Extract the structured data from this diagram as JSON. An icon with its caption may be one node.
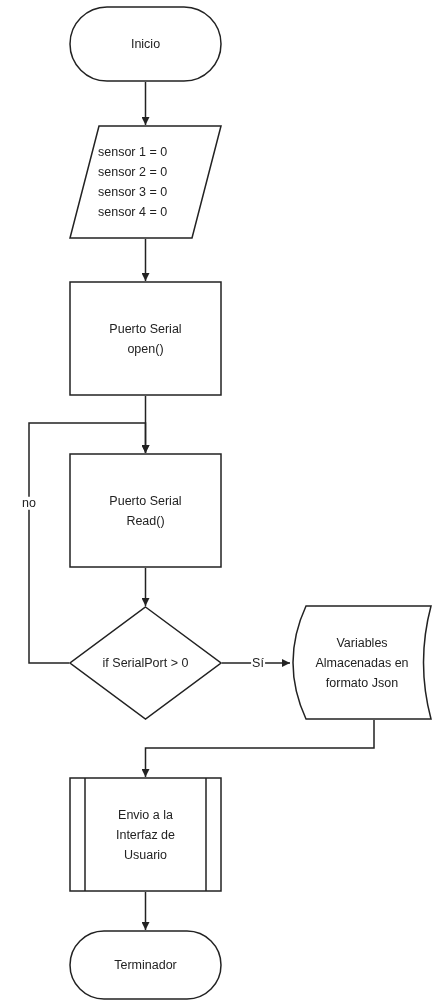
{
  "diagram": {
    "nodes": [
      {
        "text": [
          "Inicio"
        ]
      },
      {
        "text": [
          "sensor 1 = 0",
          "sensor 2 = 0",
          "sensor 3 = 0",
          "sensor 4 = 0"
        ]
      },
      {
        "text": [
          "Puerto Serial open()"
        ]
      },
      {
        "text": [
          "Puerto Serial Read()"
        ]
      },
      {
        "text": [
          "if SerialPort > 0"
        ]
      },
      {
        "text": [
          "Variables Almacenadas en formato Json"
        ]
      },
      {
        "text": [
          "Envio a la Interfaz de Usuario"
        ]
      },
      {
        "text": [
          "Terminador"
        ]
      }
    ],
    "edges": [
      {
        "from": 0,
        "to": 1,
        "arrow": "to"
      },
      {
        "from": 1,
        "to": 2,
        "arrow": "to"
      },
      {
        "from": 2,
        "to": 3,
        "arrow": "to"
      },
      {
        "from": 3,
        "to": 4,
        "arrow": "to"
      },
      {
        "from": 4,
        "to": 3,
        "arrow": "to",
        "label": "no"
      },
      {
        "from": 4,
        "to": 5,
        "arrow": "to",
        "label": "Sí"
      },
      {
        "from": 5,
        "to": 6,
        "arrow": "to"
      },
      {
        "from": 6,
        "to": 7,
        "arrow": "to"
      }
    ]
  }
}
